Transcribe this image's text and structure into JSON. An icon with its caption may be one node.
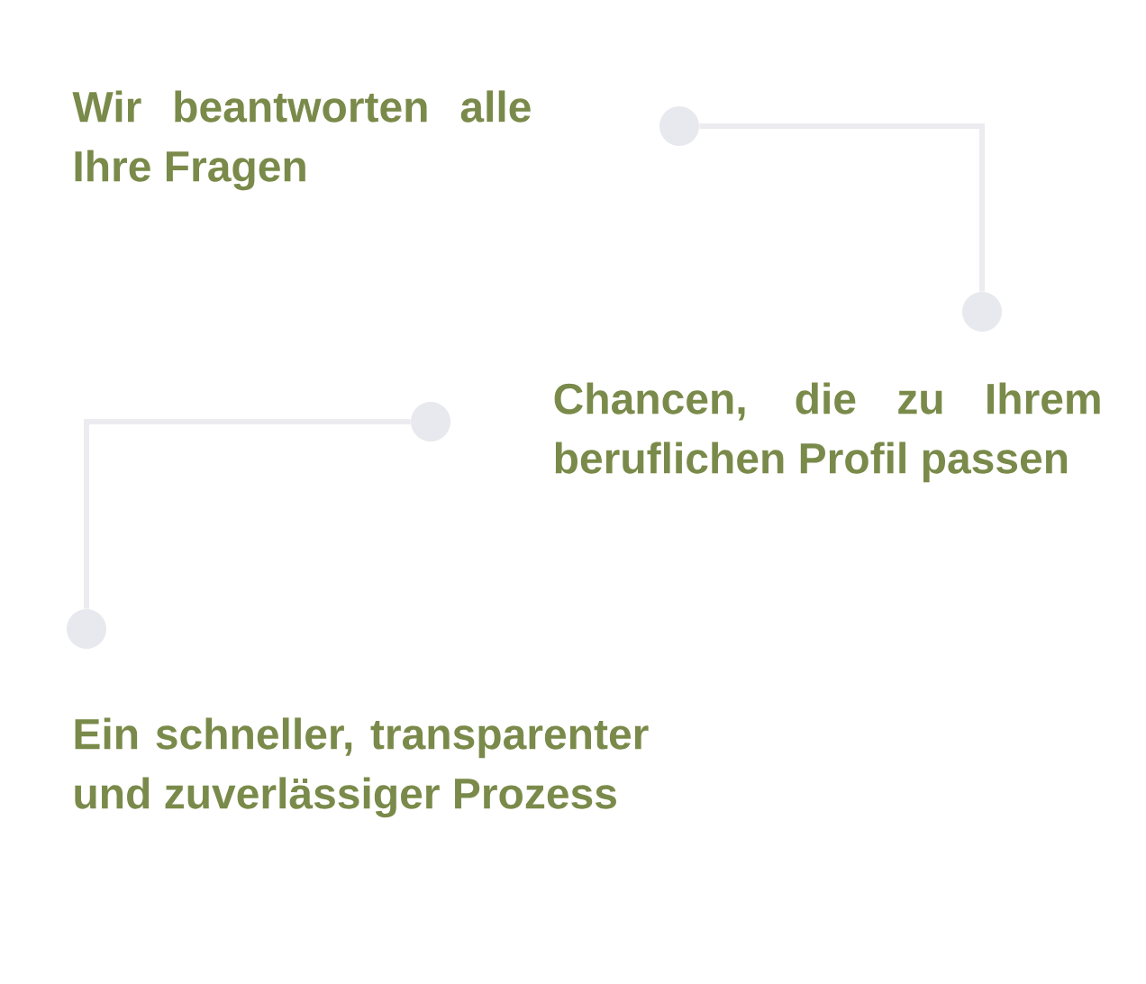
{
  "diagram": {
    "nodes": [
      {
        "text": [],
        "shape": "circle"
      },
      {
        "text": [],
        "shape": "circle"
      },
      {
        "text": [],
        "shape": "circle"
      },
      {
        "text": [],
        "shape": "circle"
      }
    ],
    "edges": [
      {
        "from": 0,
        "to": 1,
        "arrow": "none"
      },
      {
        "from": 2,
        "to": 3,
        "arrow": "none"
      }
    ],
    "labels": [
      "Wir beantworten alle Ihre Fragen",
      "Chancen, die zu Ihrem beruflichen Profil passen",
      "Ein schneller, transparenter und zuverlässiger Prozess"
    ]
  }
}
